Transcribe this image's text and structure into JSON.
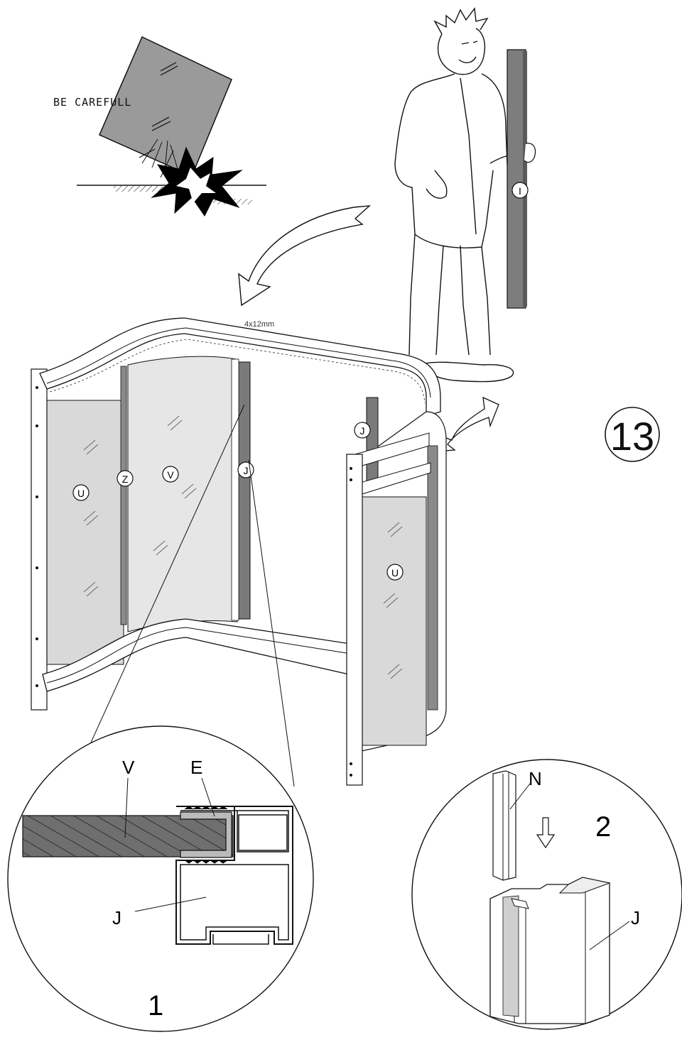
{
  "step_number": "13",
  "warning": {
    "text": "BE CAREFULL"
  },
  "main_labels": {
    "screw_spec": "4x12mm",
    "part_I": "I",
    "part_U_left": "U",
    "part_Z": "Z",
    "part_V": "V",
    "part_J_center": "J",
    "part_J_right": "J",
    "part_U_right": "U"
  },
  "detail_1": {
    "number": "1",
    "label_V": "V",
    "label_E": "E",
    "label_J": "J"
  },
  "detail_2": {
    "number": "2",
    "label_N": "N",
    "label_J": "J"
  },
  "colors": {
    "line": "#111111",
    "glass": "#d9d9d9",
    "glass_dark": "#9a9a9a",
    "profile": "#7d7d7d",
    "glass_hatch": "#6f6f6f"
  }
}
